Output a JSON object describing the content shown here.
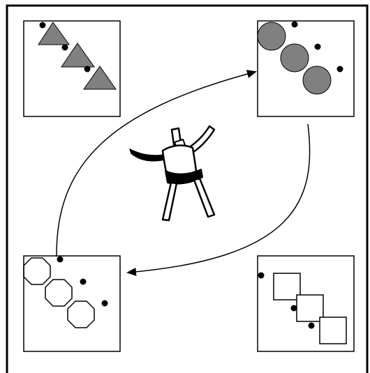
{
  "colors": {
    "outline": "#000000",
    "shape_fill_gray": "#808080",
    "background": "#ffffff"
  },
  "panels": [
    {
      "id": "top-left",
      "shape": "triangle",
      "count": 3,
      "fill": "gray",
      "dots": 3
    },
    {
      "id": "top-right",
      "shape": "circle",
      "count": 3,
      "fill": "gray",
      "dots": 3
    },
    {
      "id": "bottom-left",
      "shape": "octagon",
      "count": 3,
      "fill": "none",
      "dots": 3
    },
    {
      "id": "bottom-right",
      "shape": "square",
      "count": 3,
      "fill": "none",
      "dots": 3
    }
  ],
  "arrows": [
    {
      "from": "bottom-left",
      "to": "top-right",
      "shape": "curved"
    },
    {
      "from": "top-right",
      "to": "bottom-left",
      "shape": "curved"
    }
  ],
  "center_figure": {
    "icon": "dancing-figure-icon"
  }
}
